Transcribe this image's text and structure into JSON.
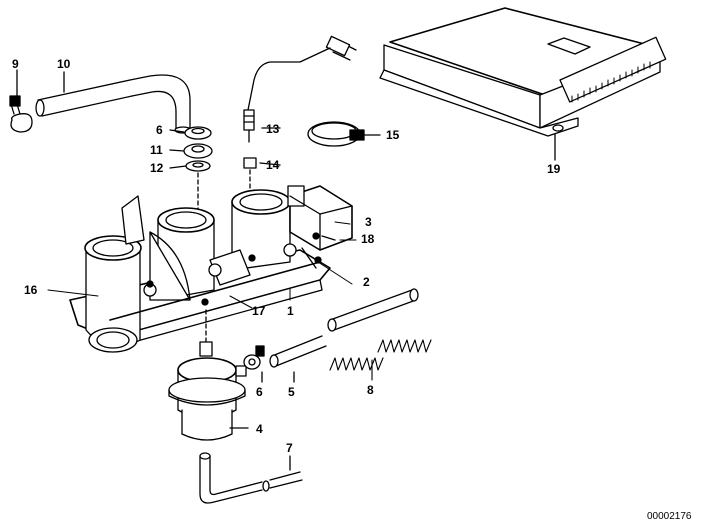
{
  "diagram": {
    "part_labels": {
      "p1": "1",
      "p2": "2",
      "p3": "3",
      "p4": "4",
      "p5": "5",
      "p6a": "6",
      "p6b": "6",
      "p7": "7",
      "p8": "8",
      "p9": "9",
      "p10": "10",
      "p11": "11",
      "p12": "12",
      "p13": "13",
      "p14": "14",
      "p15": "15",
      "p16": "16",
      "p17": "17",
      "p18": "18",
      "p19": "19"
    },
    "reference_number": "00002176"
  }
}
